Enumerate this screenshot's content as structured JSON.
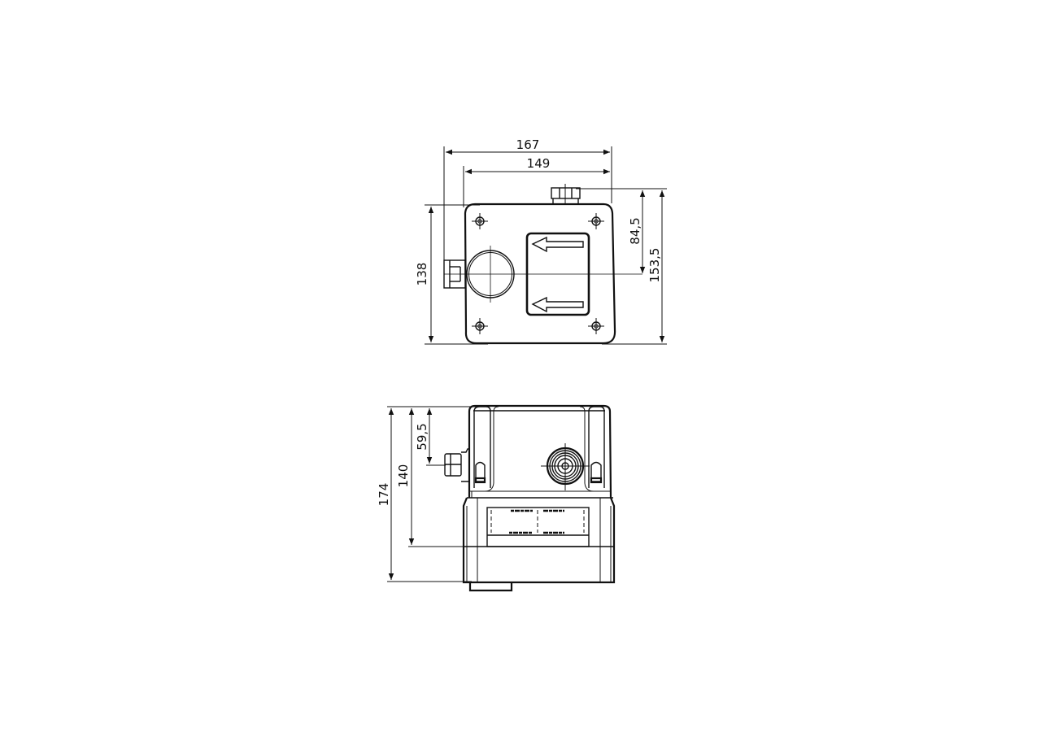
{
  "drawing": {
    "type": "technical-dimension-drawing",
    "units": "mm",
    "line_color": "#111111",
    "background": "#ffffff"
  },
  "top_view": {
    "name": "Top view",
    "dimensions": {
      "overall_width": "167",
      "body_width": "149",
      "body_depth": "138",
      "connector_offset": "84,5",
      "overall_depth": "153,5"
    },
    "features": [
      "4 mounting screws",
      "circular port",
      "flow direction arrows (2x left)",
      "top cable gland",
      "side cable gland"
    ]
  },
  "front_view": {
    "name": "Front view",
    "dimensions": {
      "overall_height": "174",
      "body_height": "140",
      "gland_height": "59,5"
    },
    "features": [
      "side cable gland",
      "front circular connector",
      "label panel",
      "bottom outlet"
    ]
  }
}
